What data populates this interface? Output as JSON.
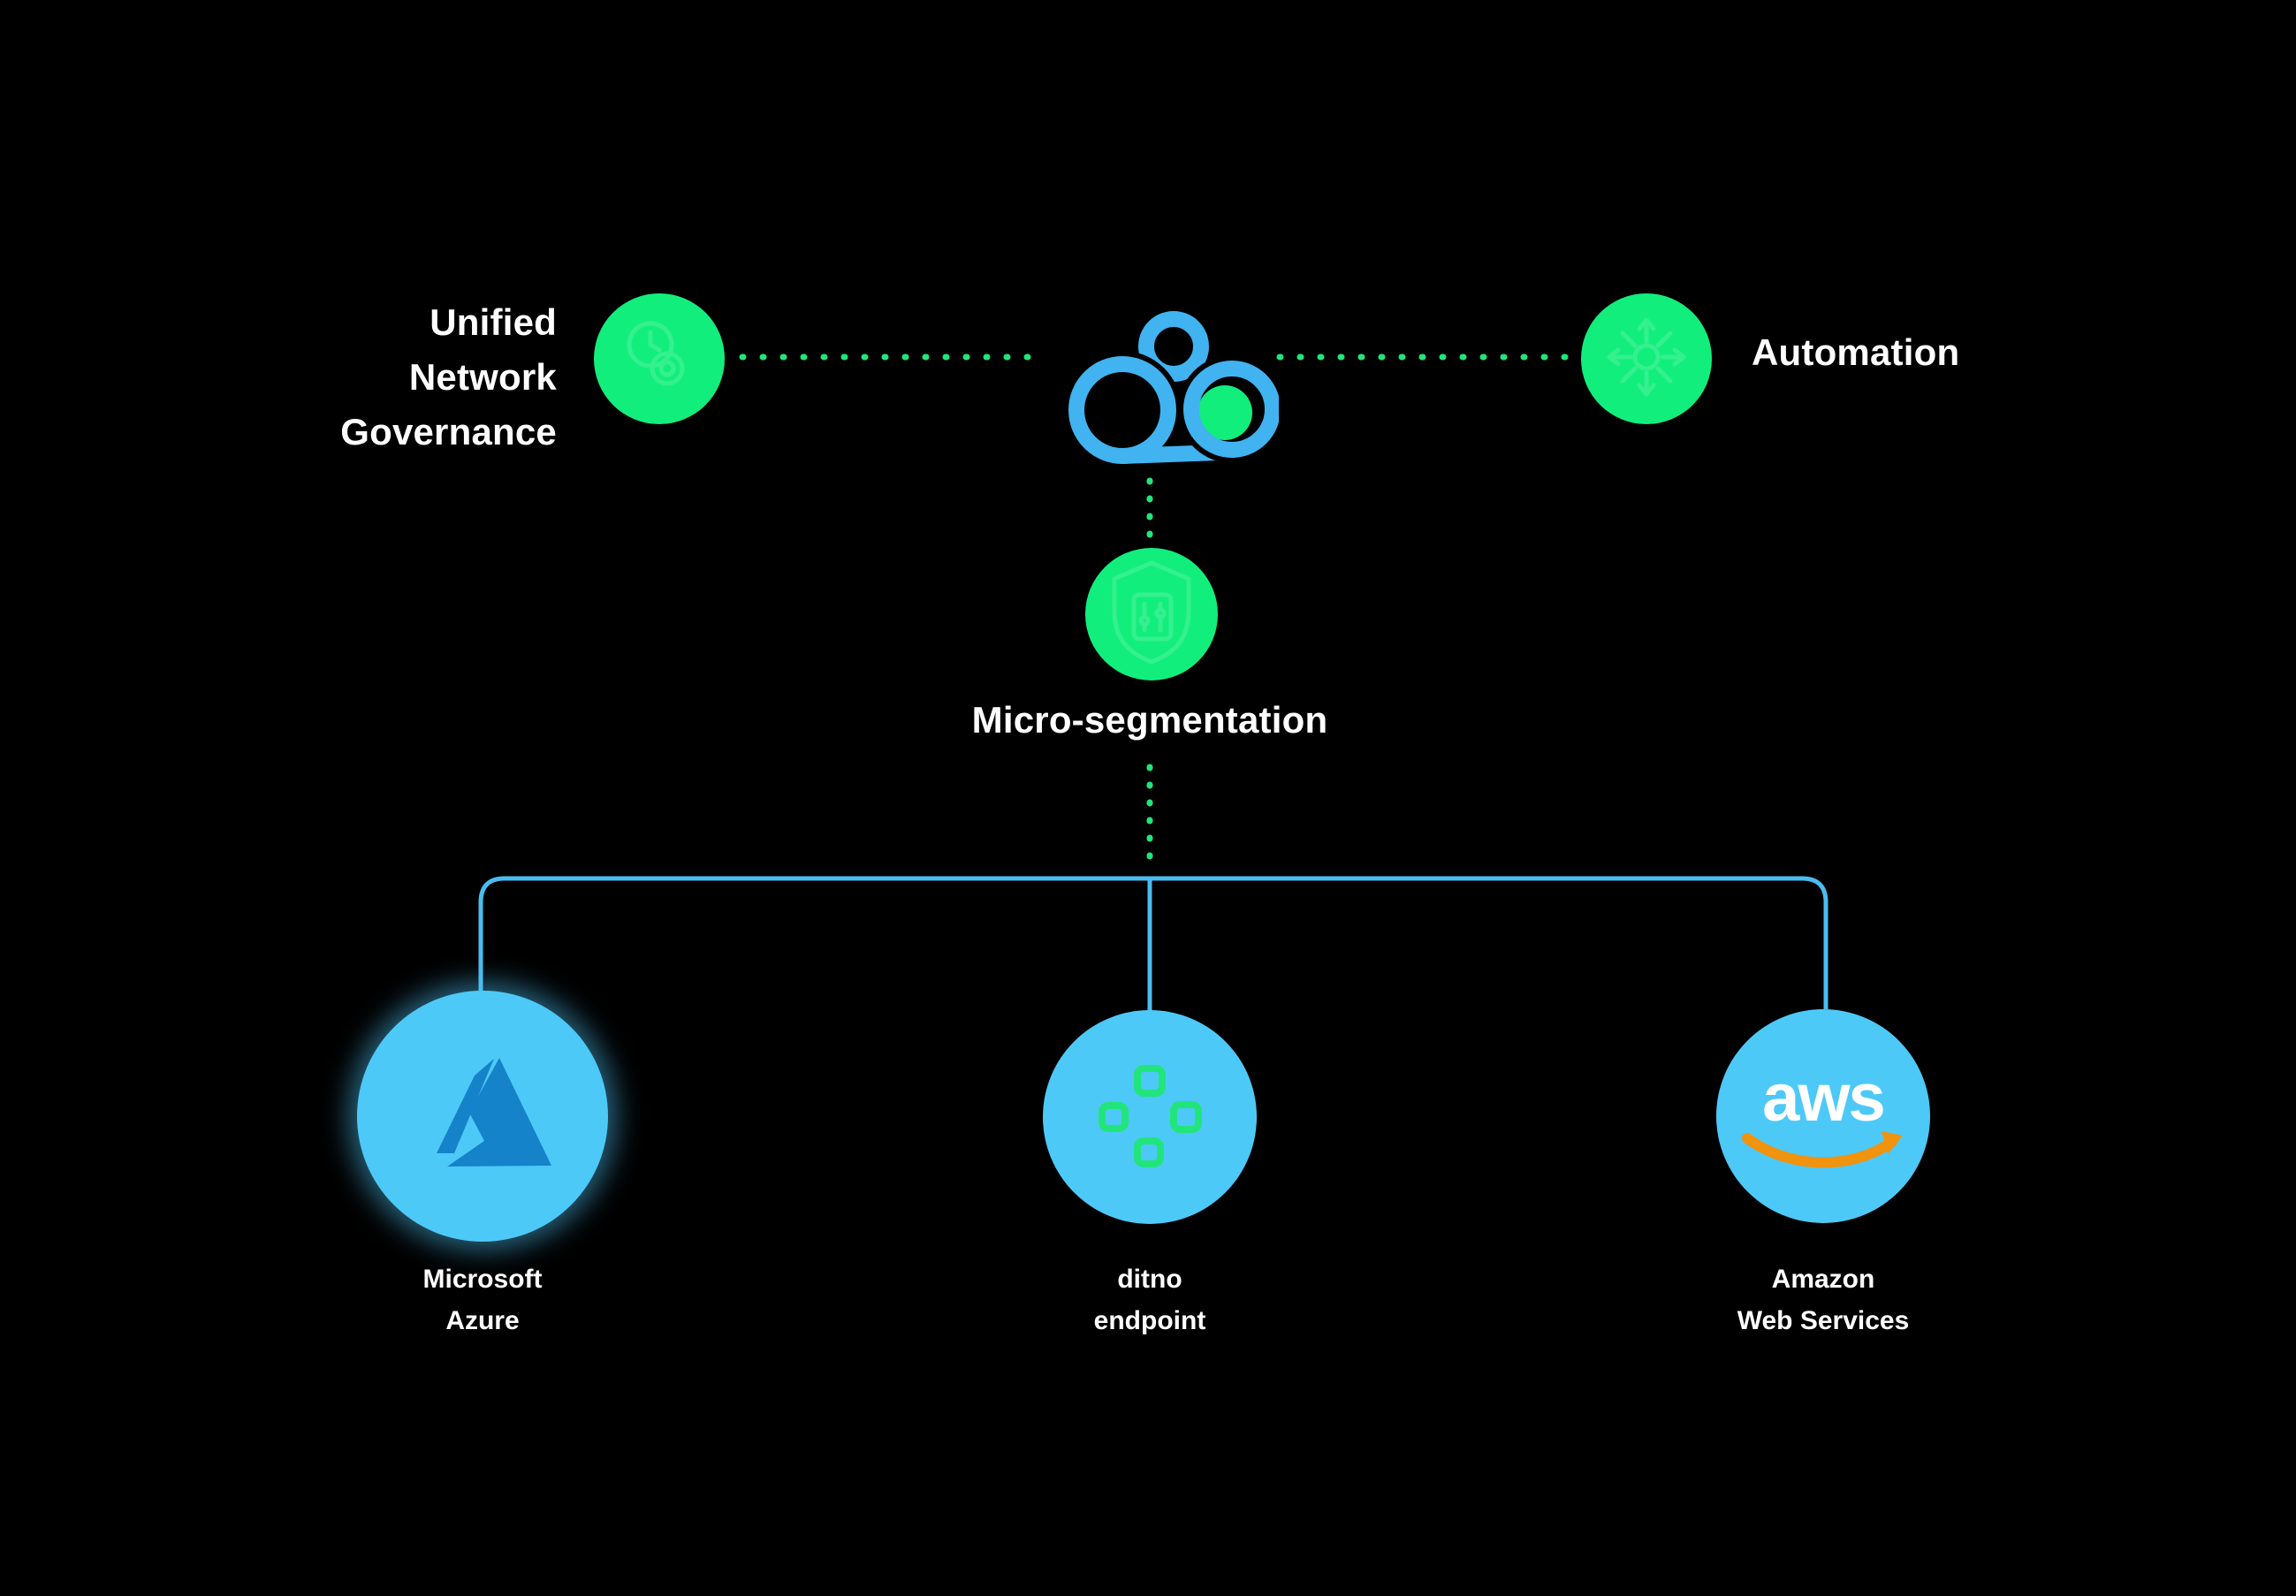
{
  "nodes": {
    "governance": {
      "lines": [
        "Unified",
        "Network",
        "Governance"
      ]
    },
    "automation": {
      "label": "Automation"
    },
    "microsegmentation": {
      "label": "Micro-segmentation"
    },
    "azure": {
      "lines": [
        "Microsoft",
        "Azure"
      ]
    },
    "endpoint": {
      "lines": [
        "ditno",
        "endpoint"
      ]
    },
    "aws": {
      "logo_text": "aws",
      "lines": [
        "Amazon",
        "Web Services"
      ]
    }
  },
  "icons": {
    "center_logo": "ditno-cloud-logo",
    "governance_node": "monitor-clock-icon",
    "automation_node": "radiating-arrows-icon",
    "microsegmentation_node": "shield-panel-icon",
    "azure_node": "azure-triangle-logo",
    "endpoint_node": "four-nodes-icon",
    "aws_node": "aws-smile-logo"
  },
  "colors": {
    "background": "#000000",
    "green": "#12EE7C",
    "dot_green": "#21E57B",
    "cloud_blue": "#40B3F0",
    "node_blue": "#4DC9F8",
    "connector_blue": "#4BBCEF",
    "azure_logo_blue": "#1583C9",
    "aws_orange": "#F0930E",
    "text": "#FFFFFF"
  }
}
